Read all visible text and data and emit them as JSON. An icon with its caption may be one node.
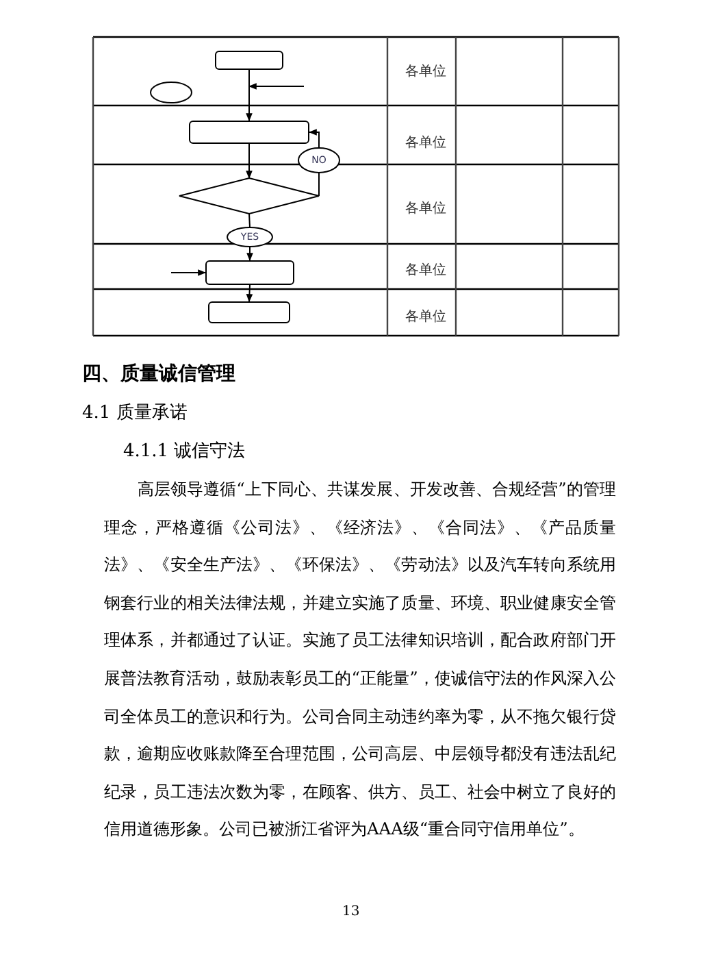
{
  "diagram": {
    "nodes": [
      {
        "text": [],
        "shape": "box"
      },
      {
        "text": [],
        "shape": "circle"
      },
      {
        "text": [],
        "shape": "box"
      },
      {
        "text": [],
        "shape": "diamond"
      },
      {
        "text": [
          "NO"
        ]
      },
      {
        "text": [
          "YES"
        ]
      },
      {
        "text": [],
        "shape": "box"
      },
      {
        "text": [],
        "shape": "box"
      }
    ],
    "edges": [
      {
        "from": null,
        "to": 2,
        "arrow": "to"
      },
      {
        "from": 0,
        "to": 2,
        "arrow": "to"
      },
      {
        "from": 2,
        "to": 3,
        "arrow": "to"
      },
      {
        "from": 3,
        "to": 4,
        "arrow": "none"
      },
      {
        "from": 4,
        "to": 2,
        "arrow": "to"
      },
      {
        "from": 3,
        "to": 5,
        "arrow": "none"
      },
      {
        "from": 5,
        "to": 6,
        "arrow": "to"
      },
      {
        "from": null,
        "to": 6,
        "arrow": "to"
      },
      {
        "from": 6,
        "to": 7,
        "arrow": "to"
      }
    ],
    "labels": [
      "各单位",
      "各单位",
      "各单位",
      "各单位",
      "各单位",
      "四、质量诚信管理",
      "4.1 质量承诺",
      "4.1.1 诚信守法",
      "高层领导遵循“上下同心、共谋发展、开发改善、合规经营”的管理理念，严格遵循《公司法》、《经济法》、《合同法》、《产品质量法》、《安全生产法》、《环保法》、《劳动法》以及汽车转向系统用钢套行业的相关法律法规，并建立实施了质量、环境、职业健康安全管理体系，并都通过了认证。实施了员工法律知识培训，配合政府部门开展普法教育活动，鼓励表彰员工的“正能量”，使诚信守法的作风深入公司全体员工的意识和行为。公司合同主动违约率为零，从不拖欠银行贷款，逾期应收账款降至合理范围，公司高层、中层领导都没有违法乱纪纪录，员工违法次数为零，在顾客、供方、员工、社会中树立了良好的信用道德形象。公司已被浙江省评为AAA级“重合同守信用单位”。",
      "13"
    ]
  }
}
